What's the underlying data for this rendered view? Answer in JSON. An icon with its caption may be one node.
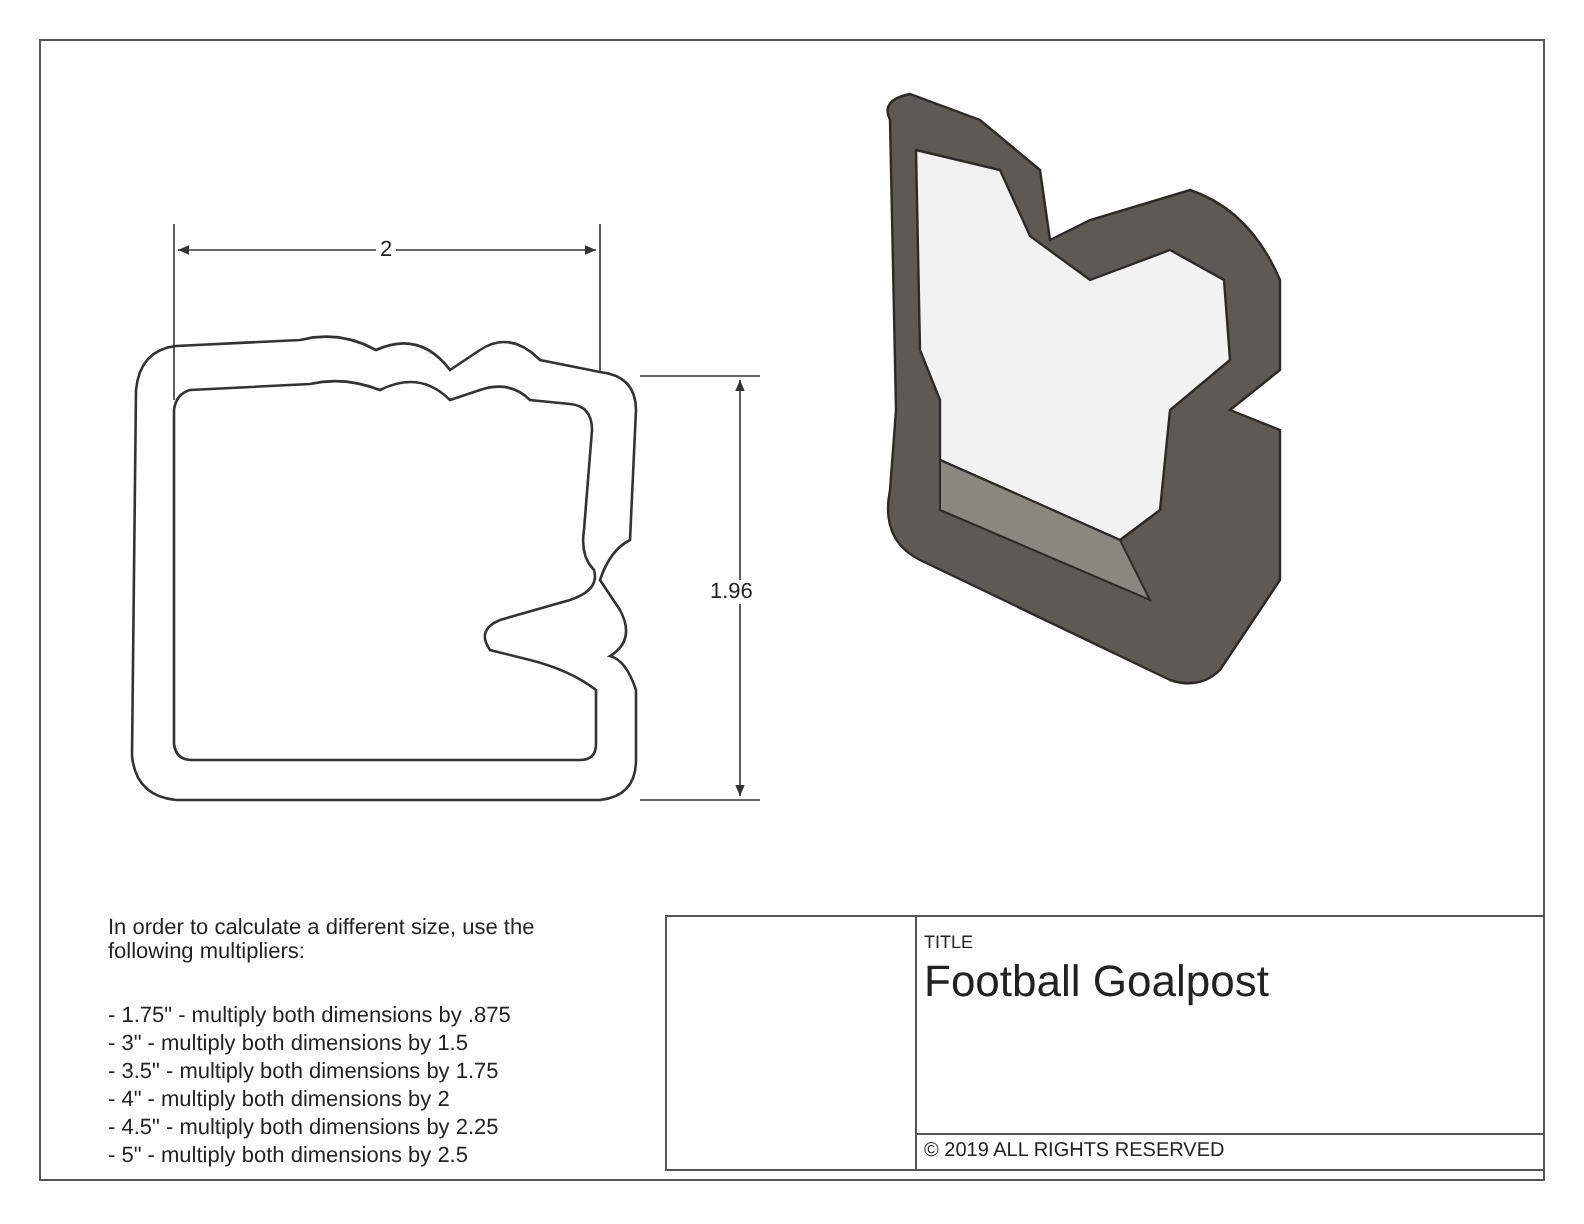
{
  "diagram": {
    "title": "Football Goalpost",
    "labels": [
      "2",
      "1.96",
      "In order to calculate a different size, use the following multipliers:",
      "- 1.75\" - multiply both dimensions by .875",
      "- 3\" - multiply both dimensions by 1.5",
      "- 3.5\" - multiply both dimensions by 1.75",
      "- 4\" - multiply both dimensions by 2",
      "- 4.5\" - multiply both dimensions by 2.25",
      "- 5\" - multiply both dimensions by 2.5",
      "TITLE",
      "© 2019 ALL RIGHTS RESERVED"
    ]
  }
}
